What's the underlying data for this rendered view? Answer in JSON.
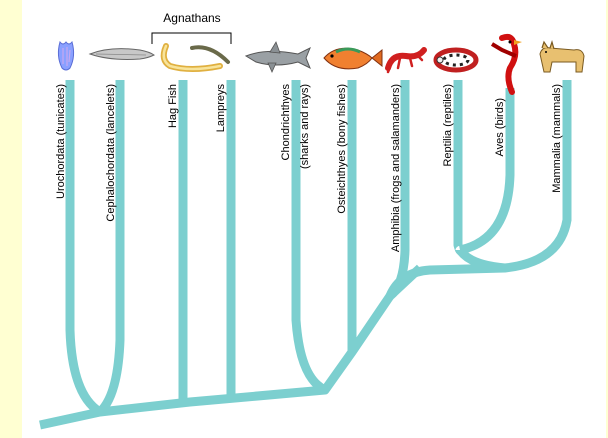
{
  "group_label": "Agnathans",
  "taxa": [
    {
      "label": "Urochordata (tunicates)",
      "icon": "tunicate-icon"
    },
    {
      "label": "Cephalochordata (lancelets)",
      "icon": "lancelet-icon"
    },
    {
      "label": "Hag Fish",
      "icon": "hagfish-icon"
    },
    {
      "label": "Lampreys",
      "icon": "lamprey-icon"
    },
    {
      "label": "Chondrichthyes",
      "label2": "(sharks and rays)",
      "icon": "shark-icon"
    },
    {
      "label": "Osteichthyes (bony fishes)",
      "icon": "bony-fish-icon"
    },
    {
      "label": "Amphibia (frogs and salamanders)",
      "icon": "salamander-icon"
    },
    {
      "label": "Reptilia (reptiles)",
      "icon": "snake-icon"
    },
    {
      "label": "Aves (birds)",
      "icon": "bird-icon"
    },
    {
      "label": "Mammalia (mammals)",
      "icon": "lynx-icon"
    }
  ],
  "colors": {
    "branch": "#7ccfcf",
    "page_border": "#ffffd2",
    "background": "#ffffff"
  }
}
